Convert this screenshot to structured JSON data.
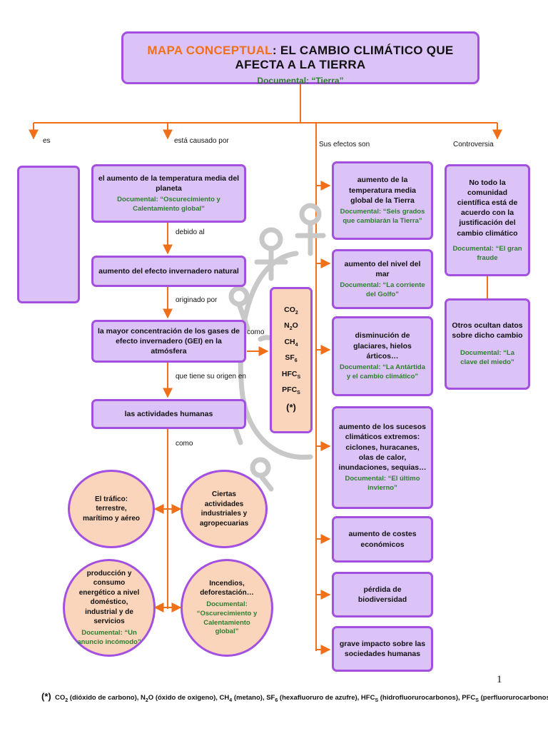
{
  "title": {
    "prefix": "MAPA CONCEPTUAL",
    "main": ": EL CAMBIO CLIMÁTICO QUE AFECTA A LA TIERRA",
    "documental": "Documental: “Tierra”"
  },
  "branches": {
    "es": "es",
    "causado": "está causado por",
    "efectos": "Sus efectos son",
    "controversia": "Controversia"
  },
  "causes": {
    "temp_text": "el aumento de la temperatura media del planeta",
    "temp_doc": "Documental: “Oscurecimiento y Calentamiento global”",
    "debido": "debido al",
    "efecto_text": "aumento del efecto invernadero natural",
    "originado": "originado por",
    "gei_text": "la mayor concentración de los gases de efecto invernadero (GEI) en la atmósfera",
    "como1": "como",
    "origen": "que tiene su origen en",
    "humanas_text": "las actividades humanas",
    "como2": "como"
  },
  "gases": {
    "co2": {
      "base": "CO",
      "sub": "2"
    },
    "n2o": {
      "base": "N",
      "sub": "2",
      "tail": "O"
    },
    "ch4": {
      "base": "CH",
      "sub": "4"
    },
    "sf6": {
      "base": "SF",
      "sub": "6"
    },
    "hfc": {
      "base": "HFC",
      "sub": "S"
    },
    "pfc": {
      "base": "PFC",
      "sub": "S"
    },
    "star": "(*)"
  },
  "activities": {
    "trafico": "El tráfico: terrestre, marítimo y aéreo",
    "industriales": "Ciertas actividades industriales y agropecuarias",
    "produccion": "producción y consumo energético a nivel doméstico, industrial y de servicios",
    "produccion_doc": "Documental: “Un anuncio incómodo”",
    "incendios": "Incendios, deforestación…",
    "incendios_doc": "Documental: “Oscurecimiento y Calentamiento global”"
  },
  "effects": {
    "temp": "aumento de la temperatura media global de la Tierra",
    "temp_doc": "Documental: “Seis grados que cambiarán la Tierra”",
    "mar": "aumento del nivel del mar",
    "mar_doc": "Documental: “La corriente del Golfo”",
    "glaciares": "disminución de glaciares, hielos árticos…",
    "glaciares_doc": "Documental: “La Antártida y el cambio climático”",
    "sucesos": "aumento de los sucesos climáticos extremos: ciclones, huracanes, olas de calor, inundaciones, sequias…",
    "sucesos_doc": "Documental: “El último invierno”",
    "costes": "aumento de costes económicos",
    "biodiversidad": "pérdida de biodiversidad",
    "impacto": "grave impacto sobre las sociedades humanas"
  },
  "controversy": {
    "c1": "No todo la comunidad científica está de acuerdo con la justificación del cambio climático",
    "c1_doc": "Documental: “El gran fraude",
    "c2": "Otros ocultan datos sobre dicho cambio",
    "c2_doc": "Documental: “La clave del miedo”"
  },
  "footnote": {
    "star": "(*)",
    "p1": "CO",
    "s1": "2",
    "t1": " (dióxido de carbono), N",
    "s2": "2",
    "t2": "O (óxido de oxigeno), CH",
    "s3": "4",
    "t3": " (metano),  SF",
    "s4": "6",
    "t4": " (hexafluoruro de azufre),  HFC",
    "s5": "S",
    "t5": " (hidrofluorurocarbonos),  PFC",
    "s6": "S",
    "t6": " (perfluorurocarbonos)"
  },
  "page_number": "1",
  "colors": {
    "box_fill": "#dcc3f7",
    "box_border": "#a34fe0",
    "oval_fill": "#fbd5bb",
    "arrow": "#f0701a",
    "documental_green": "#2e7d2e",
    "watermark": "#c8c8c8"
  }
}
